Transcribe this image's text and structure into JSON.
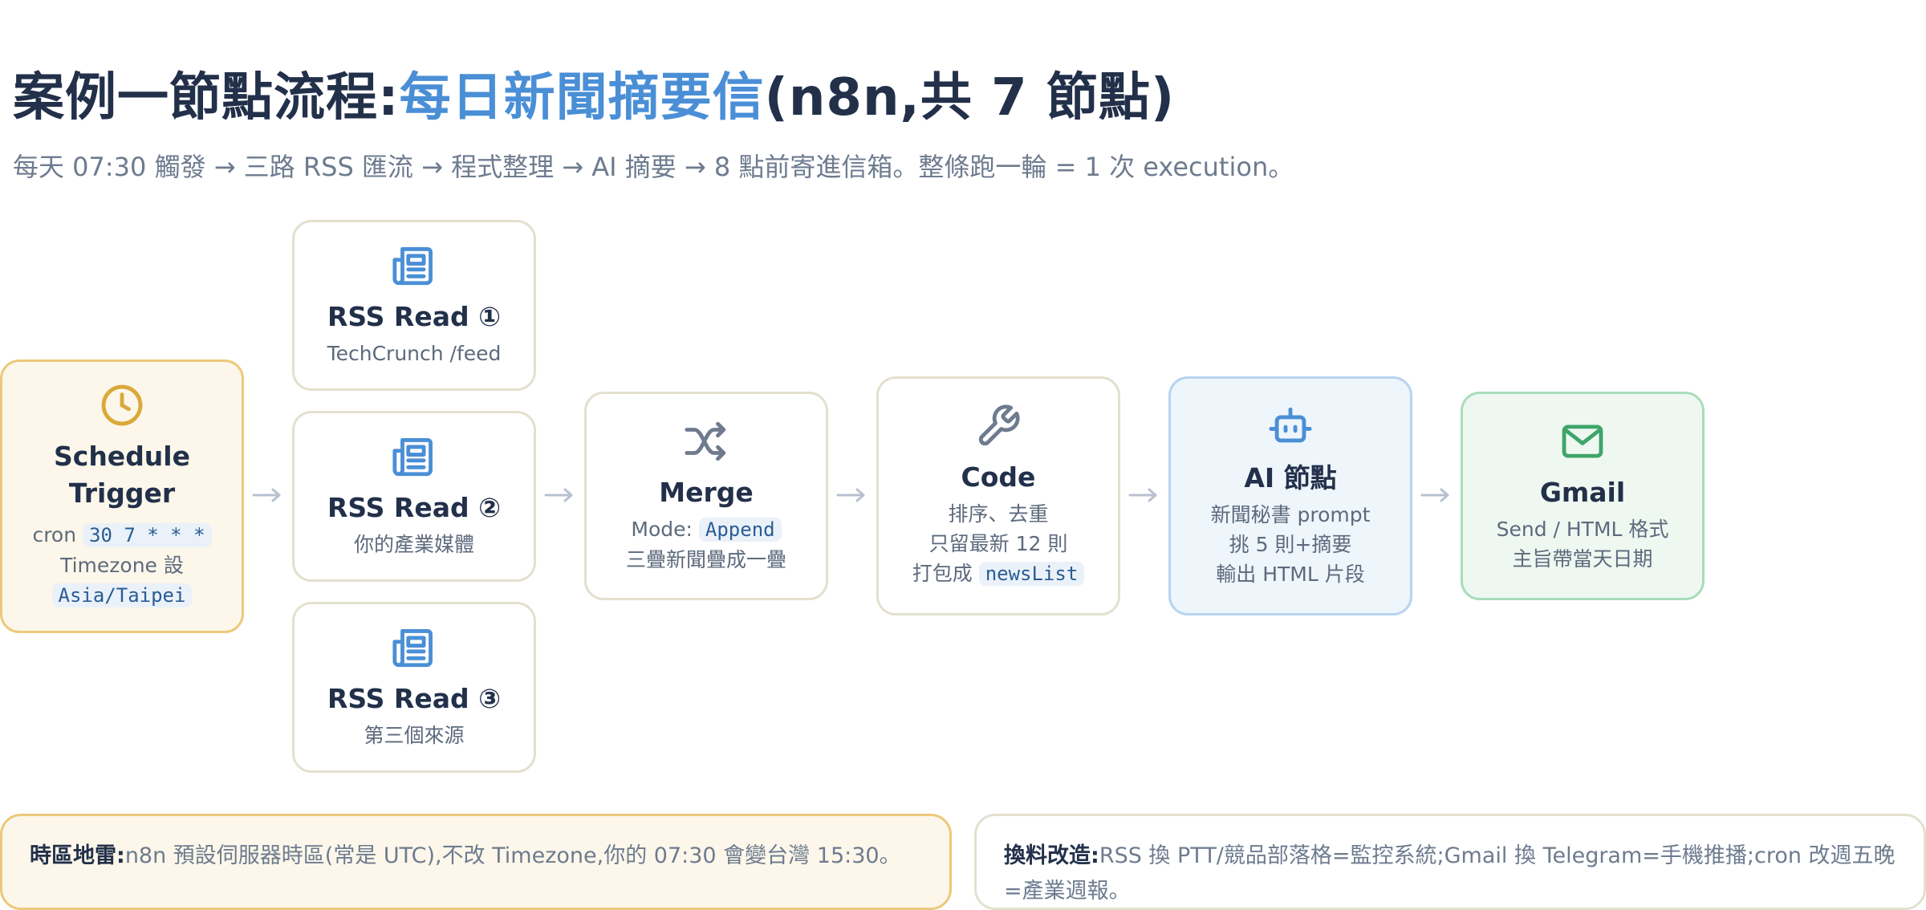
{
  "header": {
    "title_main": "案例一節點流程:",
    "title_accent": "每日新聞摘要信",
    "title_tail": "(n8n,共 7 節點)",
    "subtitle": "每天 07:30 觸發 → 三路 RSS 匯流 → 程式整理 → AI 摘要 → 8 點前寄進信箱。整條跑一輪 = 1 次 execution。"
  },
  "nodes": {
    "schedule": {
      "icon": "clock-icon",
      "name": "Schedule Trigger",
      "cron_label": "cron",
      "cron_value": "30 7 * * *",
      "tz_label": "Timezone 設",
      "tz_value": "Asia/Taipei"
    },
    "rss1": {
      "icon": "newspaper-icon",
      "name": "RSS Read ①",
      "desc": "TechCrunch /feed"
    },
    "rss2": {
      "icon": "newspaper-icon",
      "name": "RSS Read ②",
      "desc": "你的產業媒體"
    },
    "rss3": {
      "icon": "newspaper-icon",
      "name": "RSS Read ③",
      "desc": "第三個來源"
    },
    "merge": {
      "icon": "shuffle-icon",
      "name": "Merge",
      "mode_label": "Mode:",
      "mode_value": "Append",
      "desc": "三疊新聞疊成一疊"
    },
    "code": {
      "icon": "wrench-icon",
      "name": "Code",
      "line1": "排序、去重",
      "line2": "只留最新 12 則",
      "line3_label": "打包成",
      "line3_value": "newsList"
    },
    "ai": {
      "icon": "robot-icon",
      "name": "AI 節點",
      "line1": "新聞秘書 prompt",
      "line2": "挑 5 則+摘要",
      "line3": "輸出 HTML 片段"
    },
    "gmail": {
      "icon": "envelope-icon",
      "name": "Gmail",
      "line1": "Send / HTML 格式",
      "line2": "主旨帶當天日期"
    }
  },
  "notes": {
    "warn_label": "時區地雷:",
    "warn_text": "n8n 預設伺服器時區(常是 UTC),不改 Timezone,你的 07:30 會變台灣 15:30。",
    "tip_label": "換料改造:",
    "tip_text": "RSS 換 PTT/競品部落格=監控系統;Gmail 換 Telegram=手機推播;cron 改週五晚=產業週報。"
  },
  "colors": {
    "accent": "#4a8fd6",
    "schedule_border": "#ecc97a",
    "ai_border": "#b6d4ef",
    "gmail_border": "#a9dcb9",
    "gmail_icon": "#3fa56a",
    "schedule_icon": "#d9a93a"
  }
}
